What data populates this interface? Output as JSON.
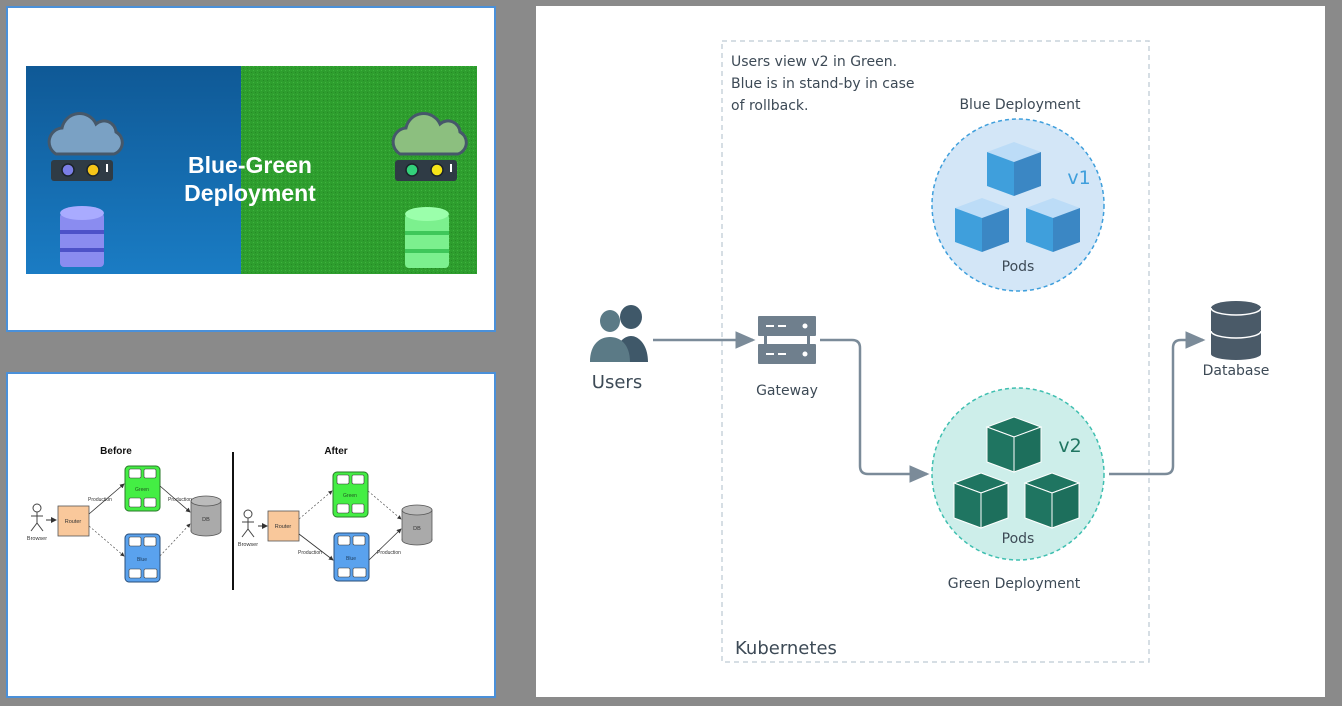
{
  "slides": [
    {
      "id": "banner",
      "title_line1": "Blue-Green",
      "title_line2": "Deployment",
      "colors": {
        "blue_bg": "#1565a8",
        "green_bg": "#2e9e2e",
        "blue_db": "#8a8cf0",
        "green_db": "#7cf08e",
        "slide_border": "#4a90d9"
      }
    },
    {
      "id": "before-after",
      "before": {
        "heading": "Before",
        "browser": "Browser",
        "router": "Router",
        "green": "Green",
        "blue": "Blue",
        "db": "DB",
        "prod_label_1": "Production",
        "prod_label_2": "Production"
      },
      "after": {
        "heading": "After",
        "browser": "Browser",
        "router": "Router",
        "green": "Green",
        "blue": "Blue",
        "db": "DB",
        "prod_label_1": "Production",
        "prod_label_2": "Production"
      },
      "colors": {
        "router": "#f9c89b",
        "green": "#44ee44",
        "blue": "#5aa2ee",
        "db": "#aaaaaa"
      }
    },
    {
      "id": "kubernetes",
      "note_lines": [
        "Users view v2 in Green.",
        "Blue is in stand-by in case",
        "of rollback."
      ],
      "users_label": "Users",
      "gateway_label": "Gateway",
      "database_label": "Database",
      "blue_deployment": {
        "label": "Blue Deployment",
        "version": "v1",
        "pods_label": "Pods"
      },
      "green_deployment": {
        "label": "Green Deployment",
        "version": "v2",
        "pods_label": "Pods"
      },
      "cluster_label": "Kubernetes",
      "colors": {
        "text": "#3d4a56",
        "arrow": "#7b8b99",
        "blue_fill": "#d3e6f7",
        "blue_cube": "#3f9fdc",
        "green_fill": "#cdeeea",
        "green_cube": "#1f7561",
        "icon": "#4a5a68"
      }
    }
  ]
}
